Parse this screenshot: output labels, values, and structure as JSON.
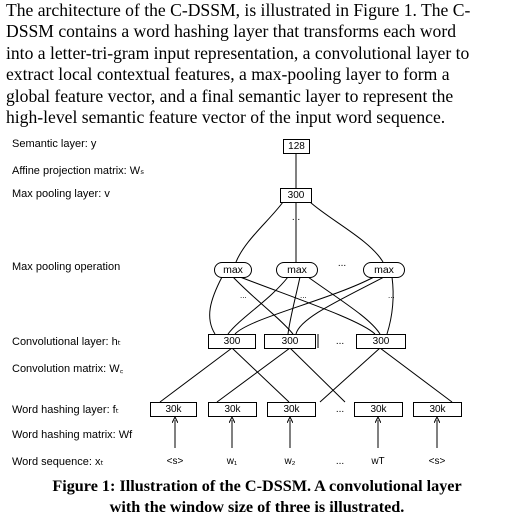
{
  "paragraph": [
    "The architecture of the C-DSSM, is illustrated in Figure 1. The C-",
    "DSSM contains a word hashing layer that transforms each word",
    "into a letter-tri-gram input representation, a convolutional layer to",
    "extract local contextual features, a max-pooling layer to form a",
    "global feature vector, and a final semantic layer to represent the",
    "high-level semantic feature vector of the input word sequence."
  ],
  "figure": {
    "labels": {
      "semantic_layer": "Semantic layer: y",
      "affine_matrix": "Affine projection matrix: Wₛ",
      "max_pooling_layer": "Max pooling layer: v",
      "max_pooling_operation": "Max pooling operation",
      "conv_layer": "Convolutional layer: hₜ",
      "conv_matrix": "Convolution matrix: W꜀",
      "word_hashing_layer": "Word hashing layer: fₜ",
      "word_hashing_matrix": "Word hashing matrix: Wf",
      "word_sequence": "Word sequence: xₜ"
    },
    "semantic_size": "128",
    "pool_size": "300",
    "max_label": "max",
    "conv_size": "300",
    "hash_size": "30k",
    "ellipsis": "...",
    "words": [
      "<s>",
      "w₁",
      "w₂",
      "wT",
      "<s>"
    ]
  },
  "caption": [
    "Figure 1: Illustration of the C-DSSM. A convolutional layer",
    "with the window size of three is illustrated."
  ]
}
